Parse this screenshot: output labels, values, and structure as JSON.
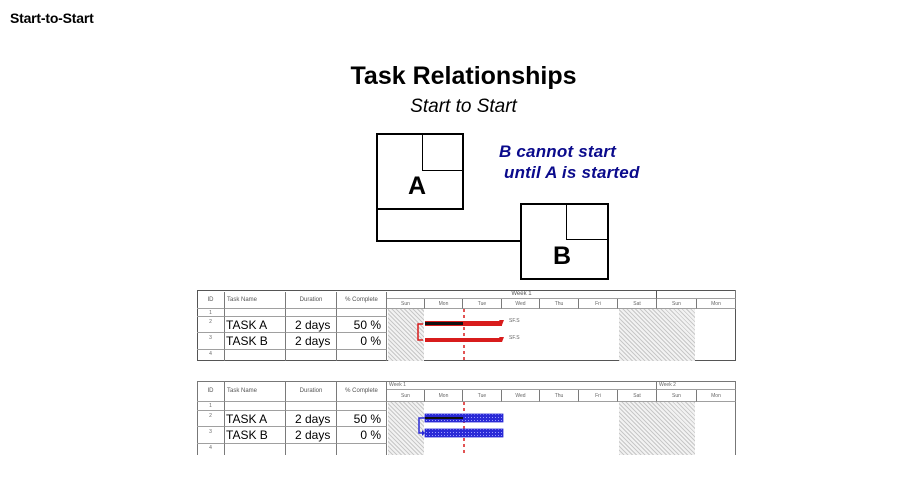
{
  "heading": "Start-to-Start",
  "diagram": {
    "title": "Task Relationships",
    "subtitle": "Start to Start",
    "box_a_label": "A",
    "box_b_label": "B",
    "note_line1": "B cannot start",
    "note_line2": "until A is started"
  },
  "gantt_top": {
    "columns": {
      "id": "ID",
      "name": "Task Name",
      "duration": "Duration",
      "complete": "% Complete"
    },
    "week_label": "Week 1",
    "days": [
      "Sun",
      "Mon",
      "Tue",
      "Wed",
      "Thu",
      "Fri",
      "Sat",
      "Sun",
      "Mon"
    ],
    "rows": [
      {
        "id": "1",
        "name": "",
        "duration": "",
        "complete": ""
      },
      {
        "id": "2",
        "name": "TASK A",
        "duration": "2 days",
        "complete": "50 %"
      },
      {
        "id": "3",
        "name": "TASK B",
        "duration": "2 days",
        "complete": "0 %"
      },
      {
        "id": "4",
        "name": "",
        "duration": "",
        "complete": ""
      }
    ],
    "bar_label_a": "SF.S",
    "bar_label_b": "SF.S",
    "bar_color": "#d81c1c"
  },
  "gantt_bottom": {
    "columns": {
      "id": "ID",
      "name": "Task Name",
      "duration": "Duration",
      "complete": "% Complete"
    },
    "week1_label": "Week 1",
    "week2_label": "Week 2",
    "days": [
      "Sun",
      "Mon",
      "Tue",
      "Wed",
      "Thu",
      "Fri",
      "Sat",
      "Sun",
      "Mon"
    ],
    "rows": [
      {
        "id": "1",
        "name": "",
        "duration": "",
        "complete": ""
      },
      {
        "id": "2",
        "name": "TASK A",
        "duration": "2 days",
        "complete": "50 %"
      },
      {
        "id": "3",
        "name": "TASK B",
        "duration": "2 days",
        "complete": "0 %"
      },
      {
        "id": "4",
        "name": "",
        "duration": "",
        "complete": ""
      }
    ],
    "bar_color": "#2a2ad6"
  }
}
